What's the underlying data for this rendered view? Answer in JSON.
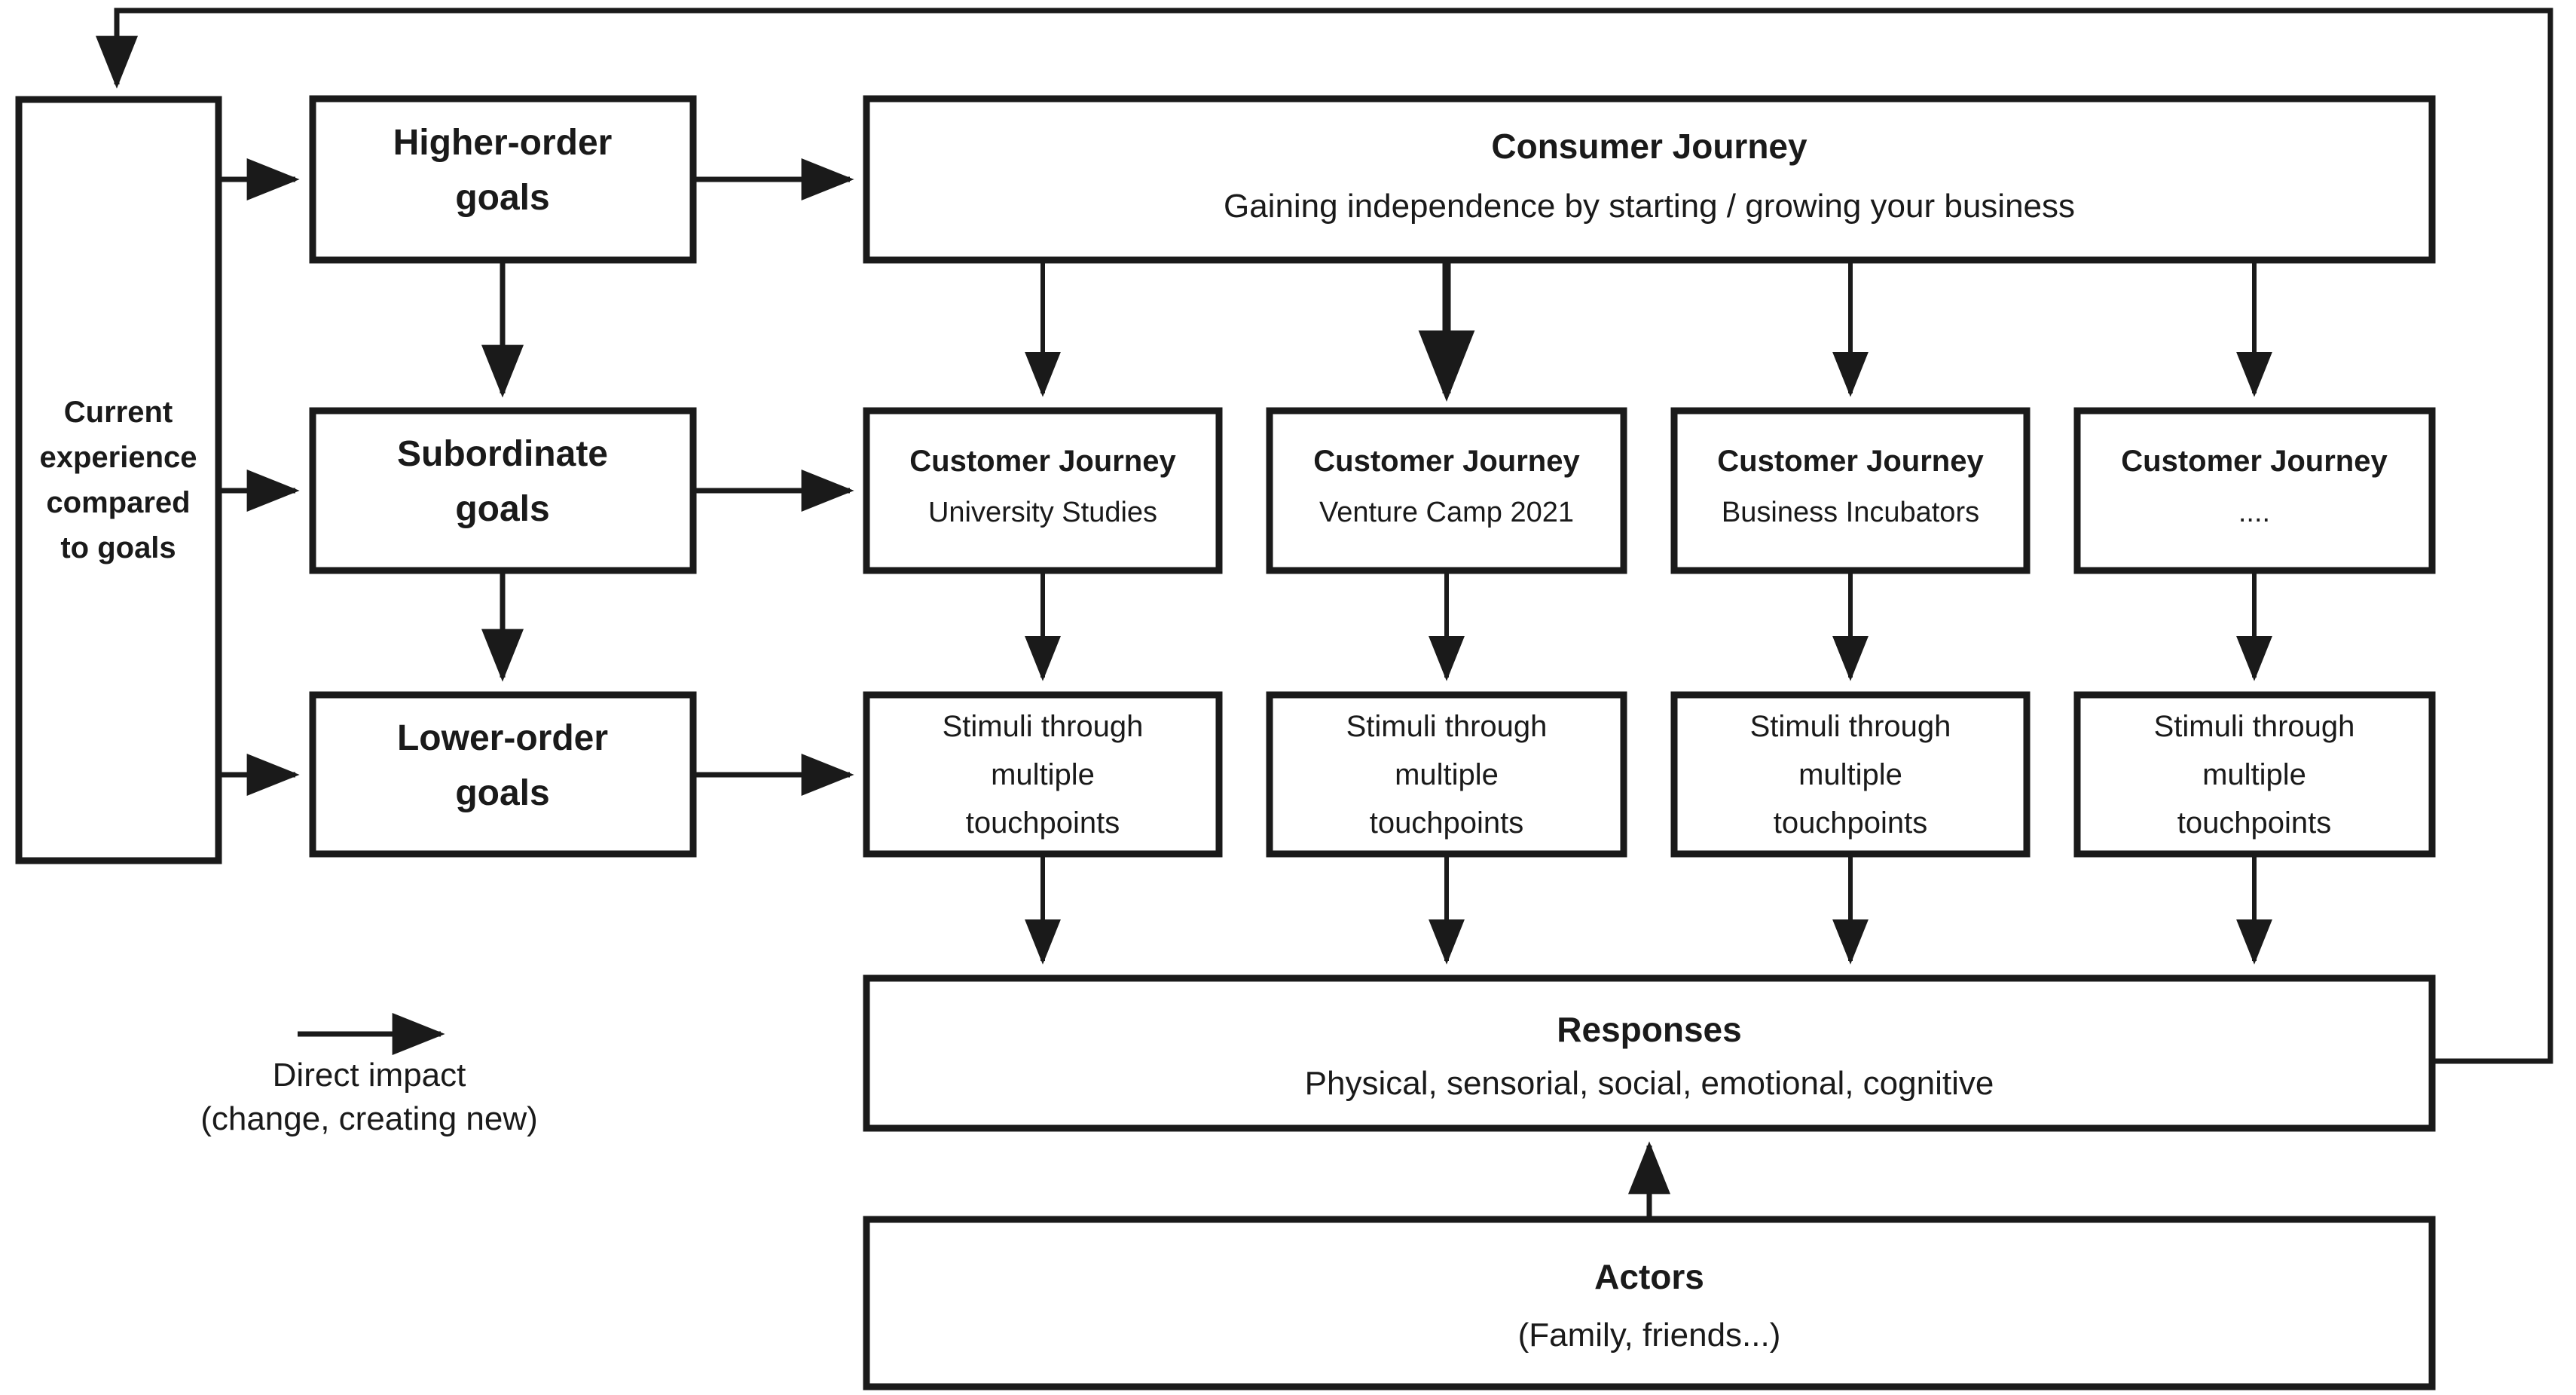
{
  "diagram": {
    "title_hidden": "",
    "colors": {
      "stroke": "#1a1a1a",
      "fill": "#ffffff",
      "background": "#ffffff"
    },
    "left_box": {
      "lines": [
        "Current",
        "experience",
        "compared",
        "to goals"
      ],
      "bold": true
    },
    "goals": [
      {
        "id": "higher-order-goals",
        "lines": [
          "Higher-order",
          "goals"
        ]
      },
      {
        "id": "subordinate-goals",
        "lines": [
          "Subordinate",
          "goals"
        ]
      },
      {
        "id": "lower-order-goals",
        "lines": [
          "Lower-order",
          "goals"
        ]
      }
    ],
    "consumer_journey": {
      "title": "Consumer Journey",
      "subtitle": "Gaining independence by starting / growing your business"
    },
    "customer_journeys": [
      {
        "title": "Customer Journey",
        "subtitle": "University Studies"
      },
      {
        "title": "Customer Journey",
        "subtitle": "Venture Camp 2021"
      },
      {
        "title": "Customer Journey",
        "subtitle": "Business Incubators"
      },
      {
        "title": "Customer Journey",
        "subtitle": "...."
      }
    ],
    "stimuli": [
      {
        "lines": [
          "Stimuli through",
          "multiple",
          "touchpoints"
        ]
      },
      {
        "lines": [
          "Stimuli through",
          "multiple",
          "touchpoints"
        ]
      },
      {
        "lines": [
          "Stimuli through",
          "multiple",
          "touchpoints"
        ]
      },
      {
        "lines": [
          "Stimuli through",
          "multiple",
          "touchpoints"
        ]
      }
    ],
    "responses": {
      "title": "Responses",
      "subtitle": "Physical, sensorial, social, emotional, cognitive"
    },
    "actors": {
      "title": "Actors",
      "subtitle": "(Family, friends...)"
    },
    "legend": {
      "icon": "arrow-right-icon",
      "line1": "Direct impact",
      "line2": "(change, creating new)"
    }
  }
}
